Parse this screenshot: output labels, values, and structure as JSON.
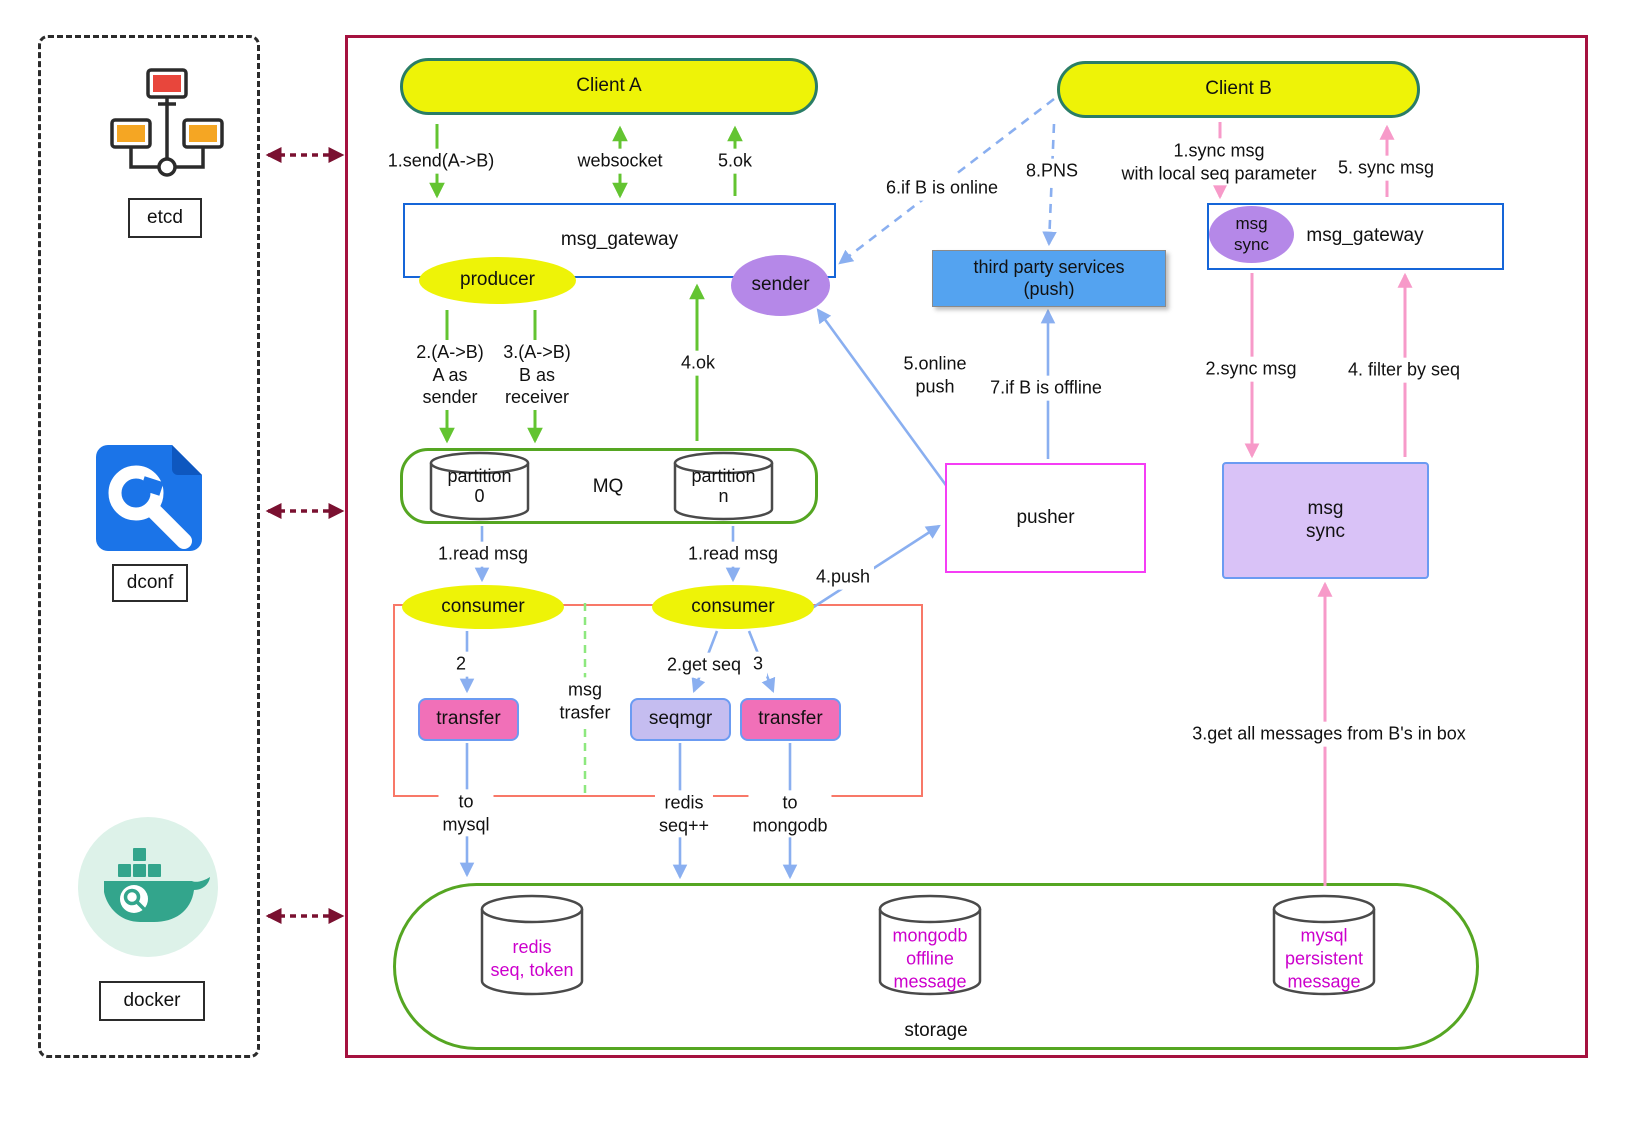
{
  "left_panel": {
    "etcd": "etcd",
    "dconf": "dconf",
    "docker": "docker"
  },
  "nodes": {
    "client_a": "Client A",
    "client_b": "Client B",
    "gateway_left": "msg_gateway",
    "gateway_right": "msg_gateway",
    "producer": "producer",
    "sender": "sender",
    "third_party": "third party services\n(push)",
    "msg_sync_ellipse": "msg\nsync",
    "mq": "MQ",
    "partition_0": "partition\n0",
    "partition_n": "partition\nn",
    "pusher": "pusher",
    "msg_sync_box": "msg\nsync",
    "consumer_left": "consumer",
    "consumer_right": "consumer",
    "transfer_left": "transfer",
    "seqmgr": "seqmgr",
    "transfer_right": "transfer",
    "storage": "storage",
    "redis_db": "redis\nseq, token",
    "mongodb_db": "mongodb\noffline\nmessage",
    "mysql_db": "mysql\npersistent\nmessage"
  },
  "labels": {
    "send": "1.send(A->B)",
    "websocket": "websocket",
    "ok5": "5.ok",
    "a_as_sender": "2.(A->B)\nA as\nsender",
    "b_as_receiver": "3.(A->B)\nB as\nreceiver",
    "ok4": "4.ok",
    "read_msg_left": "1.read msg",
    "read_msg_right": "1.read msg",
    "step2": "2",
    "get_seq": "2.get seq",
    "step3": "3",
    "msg_trasfer": "msg\ntrasfer",
    "to_mysql": "to\nmysql",
    "redis_seq": "redis\nseq++",
    "to_mongodb": "to\nmongodb",
    "push4": "4.push",
    "online_push": "5.online\npush",
    "if_offline": "7.if B is offline",
    "if_online": "6.if B is online",
    "pns": "8.PNS",
    "sync_msg_1": "1.sync msg\nwith local seq parameter",
    "sync_msg_5": "5. sync msg",
    "sync_msg_2": "2.sync msg",
    "filter_by_seq": "4. filter by seq",
    "get_all": "3.get all messages from B's in box"
  },
  "colors": {
    "main_border": "#a5123f",
    "yellow_node": "#eef307",
    "client_border": "#2a7d66",
    "gateway_border": "#1565d8",
    "green_arrow": "#63c431",
    "green_border": "#55a622",
    "blue_arrow": "#8aaff0",
    "pink_arrow": "#f79ac9",
    "purple_node": "#b588e8",
    "lavender_box": "#d9c2f7",
    "pink_box": "#f170b8",
    "third_party_blue": "#54a3f0",
    "pusher_border": "#f53df5",
    "group_border": "#f87868",
    "db_text": "#cc00cc",
    "maroon_arrow": "#7a1030"
  }
}
